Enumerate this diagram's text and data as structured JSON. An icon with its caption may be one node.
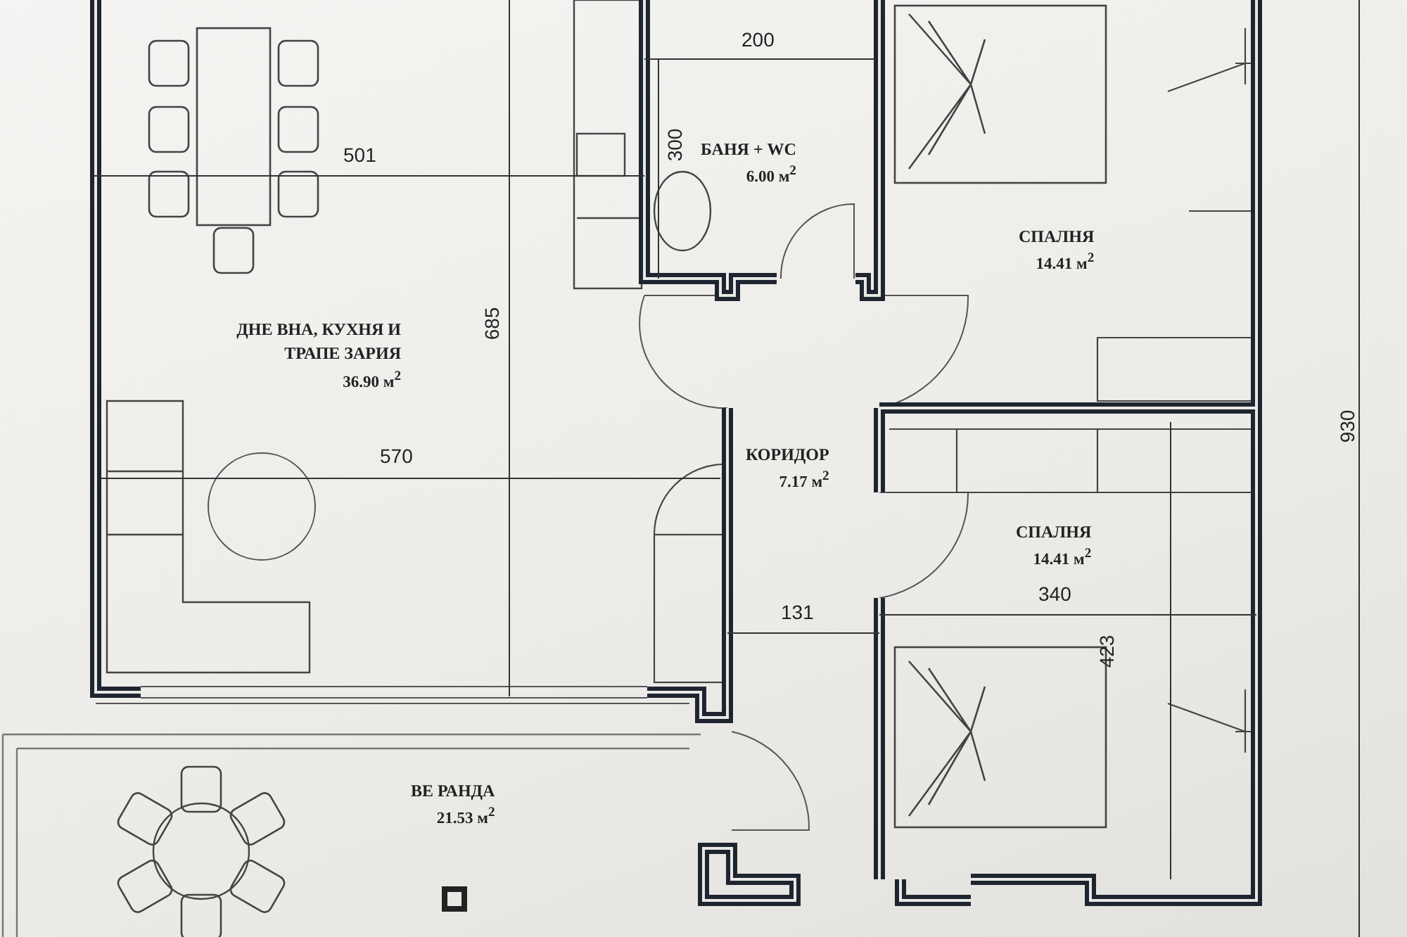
{
  "diagram": {
    "nodes": [
      {
        "text": [
          "ДНЕ ВНА, КУХНЯ И ТРАПЕ ЗАРИЯ",
          "36.90 м$^{2}$"
        ]
      },
      {
        "text": [
          "БАНЯ + WC",
          "6.00 м$^{2}$"
        ]
      },
      {
        "text": [
          "СПАЛНЯ",
          "14.41 м$^{2}$"
        ]
      },
      {
        "text": [
          "КОРИДОР",
          "7.17 м$^{2}$"
        ]
      },
      {
        "text": [
          "СПАЛНЯ",
          "14.41 м$^{2}$"
        ]
      },
      {
        "text": [
          "ВЕ РАНДА",
          "21.53 м$^{2}$"
        ]
      }
    ],
    "edges": [],
    "labels": [
      "200",
      "300",
      "501",
      "685",
      "570",
      "131",
      "340",
      "423",
      "930"
    ]
  }
}
